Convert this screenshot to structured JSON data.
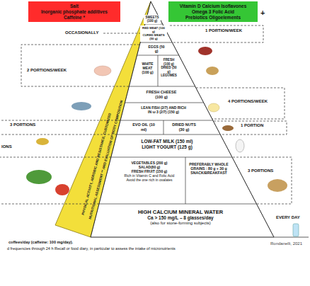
{
  "diagram": {
    "nodes": [
      {
        "text": [
          "Salt",
          "Inorganic phosphate additives",
          "Caffeine *"
        ]
      },
      {
        "text": [
          "Vitamin D Calcium Isoflavones",
          "Omega 3 Folic Acid",
          "Prebiotics Oligoelements"
        ]
      },
      {
        "text": [
          "SWEETS (100 g)"
        ]
      },
      {
        "text": [
          "RED MEAT (100 g)",
          "CURED MEATS (50 g)"
        ]
      },
      {
        "text": [
          "EGGS (50 g)"
        ]
      },
      {
        "text": [
          "WHITE MEAT (100 g)"
        ]
      },
      {
        "text": [
          "FRESH (100 g)",
          "DRIED (50 g)",
          "LEGUMES"
        ]
      },
      {
        "text": [
          "FRESH CHEESE (100 g)"
        ]
      },
      {
        "text": [
          "LEAN FISH (2/7) AND RICH IN ω 3 (2/7) (150 g)"
        ]
      },
      {
        "text": [
          "EVO OIL (10 ml)"
        ]
      },
      {
        "text": [
          "DRIED NUTS (30 g)"
        ]
      },
      {
        "text": [
          "LOW-FAT MILK (150 ml)",
          "LIGHT YOGURT (125 g)"
        ]
      },
      {
        "text": [
          "VEGETABLES (200 g)",
          "SALAD(80 g)",
          "FRESH FRUIT (150 g)",
          "Rich in Vitamin C and Folic Acid",
          "Avoid the one rich in oxalates"
        ]
      },
      {
        "text": [
          "PREFERABLY WHOLE GRAINS : 80 g + 30 g SNACK/BREAKFAST"
        ]
      },
      {
        "text": [
          "HIGH CALCIUM MINERAL WATER",
          "Ca > 150 mg/L – 8 glasses/day",
          "(also for stone-forming subjects)"
        ]
      }
    ],
    "labels": [
      "+",
      "OCCASIONALLY",
      "1 PORTION/WEEK",
      "2 PORTIONS/WEEK",
      "4 PORTIONS/WEEK",
      "3 PORTIONS",
      "1 PORTION",
      "IONS",
      "3 PORTIONS",
      "EVERY DAY",
      "PHYSICAL ACTIVITY, AEROBIC AND RESISTANCE, CUSTOMIZED",
      "NUTRITIONAL ASSESSMENT ** AND EVALUATION OF BODY COMPOSITION",
      "coffees/day (caffeine: 100 mg/day).",
      "d frequencies through 24 h Recall or food diary, in particular to assess the intake of micronutrients",
      "Rondanelli, 2021"
    ]
  }
}
